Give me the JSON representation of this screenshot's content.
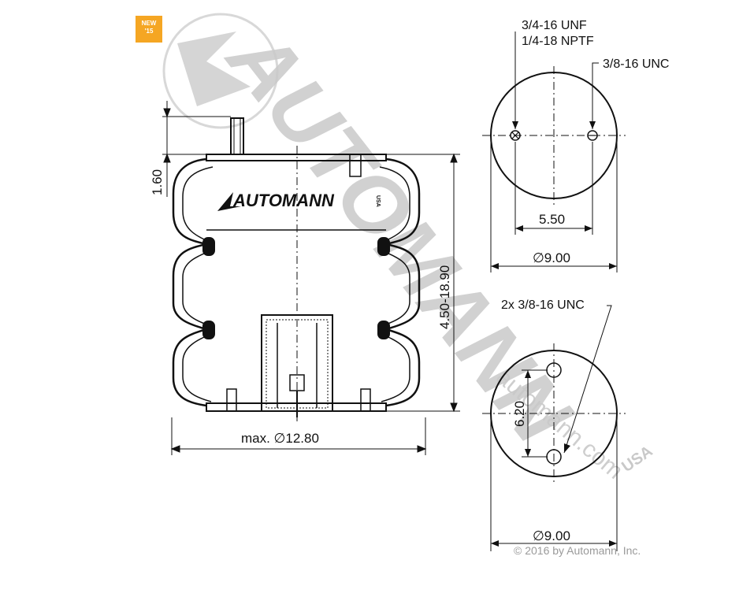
{
  "badge": {
    "line1": "NEW",
    "line2": "'15"
  },
  "watermark": {
    "big_text": "AUTOMANN",
    "url_text": "automann.com",
    "suffix": "USA"
  },
  "brand": {
    "logo_text": "AUTOMANN",
    "logo_suffix": "USA"
  },
  "side_view": {
    "dim_height_stud": "1.60",
    "dim_height_range": "4.50-18.90",
    "dim_max_diameter": "max. ∅12.80"
  },
  "top_view": {
    "callout_top_line1": "3/4-16 UNF",
    "callout_top_line2": "1/4-18 NPTF",
    "callout_right": "3/8-16 UNC",
    "dim_spacing": "5.50",
    "dim_diameter": "∅9.00"
  },
  "bottom_view": {
    "callout": "2x 3/8-16 UNC",
    "dim_spacing": "6.20",
    "dim_diameter": "∅9.00"
  },
  "copyright": "© 2016 by Automann, Inc.",
  "colors": {
    "line": "#111111",
    "watermark": "#c9c9c9",
    "badge": "#f5a623"
  }
}
